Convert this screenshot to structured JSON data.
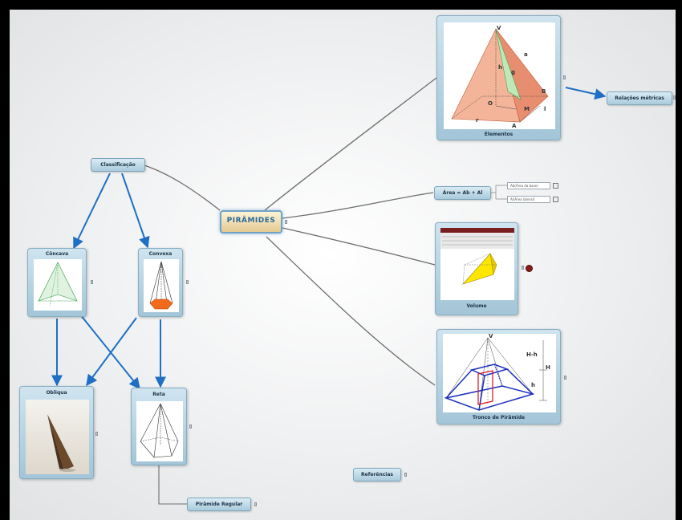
{
  "root": {
    "label": "PIRÂMIDES"
  },
  "nodes": {
    "classificacao": "Classificação",
    "concava": "Côncava",
    "convexa": "Convexa",
    "obliqua": "Obliqua",
    "reta": "Reta",
    "piramide_regular": "Pirâmide Regular",
    "elementos": "Elementos",
    "relacoes_metricas": "Relações métricas",
    "area": "Área = Ab + Al",
    "area_base": "Ab(Área da base)",
    "area_lateral": "Al(Área lateral)",
    "volume": "Volume",
    "tronco": "Tronco de Pirâmide",
    "referencias": "Referências"
  },
  "elementos_figure": {
    "labels": [
      "V",
      "a",
      "h",
      "g",
      "B",
      "O",
      "M",
      "A",
      "r",
      "l"
    ]
  },
  "tronco_figure": {
    "labels": [
      "V",
      "H-h",
      "H",
      "h"
    ]
  },
  "colors": {
    "link_gray": "#6e6e6e",
    "link_blue": "#1f6fc4",
    "accent_red": "#7a1f1f"
  }
}
